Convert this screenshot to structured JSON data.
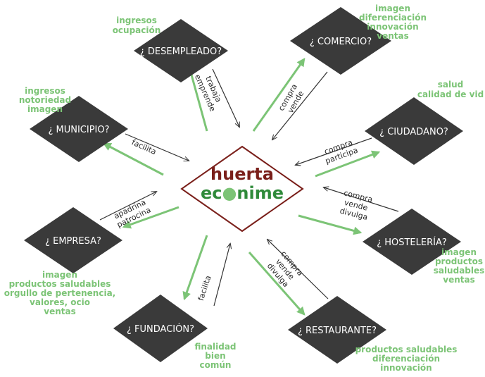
{
  "logo": {
    "line1": "huerta",
    "line2a": "ec",
    "line2b": "nime"
  },
  "nodes": {
    "desempleado": {
      "label": "¿ DESEMPLEADO?",
      "benefits": [
        "ingresos",
        "ocupación"
      ],
      "relation": [
        "trabaja",
        "emprende"
      ]
    },
    "comercio": {
      "label": "¿ COMERCIO?",
      "benefits": [
        "imagen",
        "diferenciación",
        "innovación",
        "ventas"
      ],
      "relation": [
        "compra",
        "vende"
      ]
    },
    "municipio": {
      "label": "¿ MUNICIPIO?",
      "benefits": [
        "ingresos",
        "notoriedad",
        "imagen"
      ],
      "relation": [
        "facilita"
      ]
    },
    "ciudadano": {
      "label": "¿ CIUDADANO?",
      "benefits": [
        "salud",
        "calidad de vid"
      ],
      "relation": [
        "compra",
        "participa"
      ]
    },
    "empresa": {
      "label": "¿ EMPRESA?",
      "benefits": [
        "imagen",
        "productos saludables",
        "orgullo de pertenencia,",
        "valores, ocio",
        "ventas"
      ],
      "relation": [
        "apadrina",
        "patrocina"
      ]
    },
    "hosteleria": {
      "label": "¿ HOSTELERÍA?",
      "benefits": [
        "imagen",
        "productos",
        "saludables",
        "ventas"
      ],
      "relation": [
        "compra",
        "vende",
        "divulga"
      ]
    },
    "fundacion": {
      "label": "¿ FUNDACIÓN?",
      "benefits": [
        "finalidad",
        "bien",
        "común"
      ],
      "relation": [
        "facilita"
      ]
    },
    "restaurante": {
      "label": "¿ RESTAURANTE?",
      "benefits": [
        "productos saludables",
        "diferenciación",
        "innovación"
      ],
      "relation": [
        "compra",
        "vende",
        "divulga"
      ]
    }
  },
  "colors": {
    "node_fill": "#3a3a3a",
    "benefit_green": "#7cc476",
    "logo_brown": "#7a1f1a",
    "logo_green": "#2f8a3a",
    "center_border": "#7a1f1a"
  }
}
